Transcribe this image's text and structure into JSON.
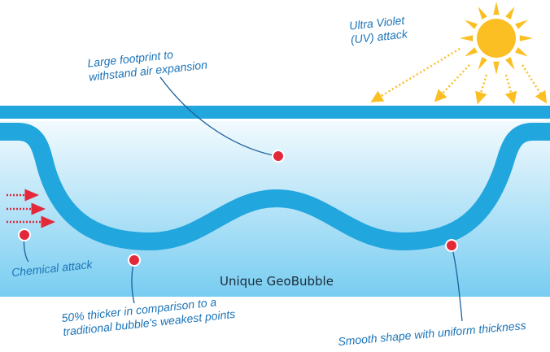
{
  "diagram_title": "Unique GeoBubble",
  "labels": {
    "uv_line1": "Ultra Violet",
    "uv_line2": "(UV) attack",
    "footprint_line1": "Large footprint to",
    "footprint_line2": "withstand air expansion",
    "chemical": "Chemical attack",
    "thicker_line1": "50% thicker in comparison to a",
    "thicker_line2": "traditional bubble's weakest points",
    "smooth": "Smooth shape with uniform thickness"
  },
  "icons": [
    "sun-icon",
    "uv-arrow-icon",
    "chemical-arrow-icon",
    "marker-dot-icon"
  ],
  "colors": {
    "film": "#22a6de",
    "water_light": "#f2fafe",
    "water_dark": "#78cdf1",
    "sun": "#fbbf24",
    "marker": "#e3283a",
    "text": "#1b74b8"
  }
}
